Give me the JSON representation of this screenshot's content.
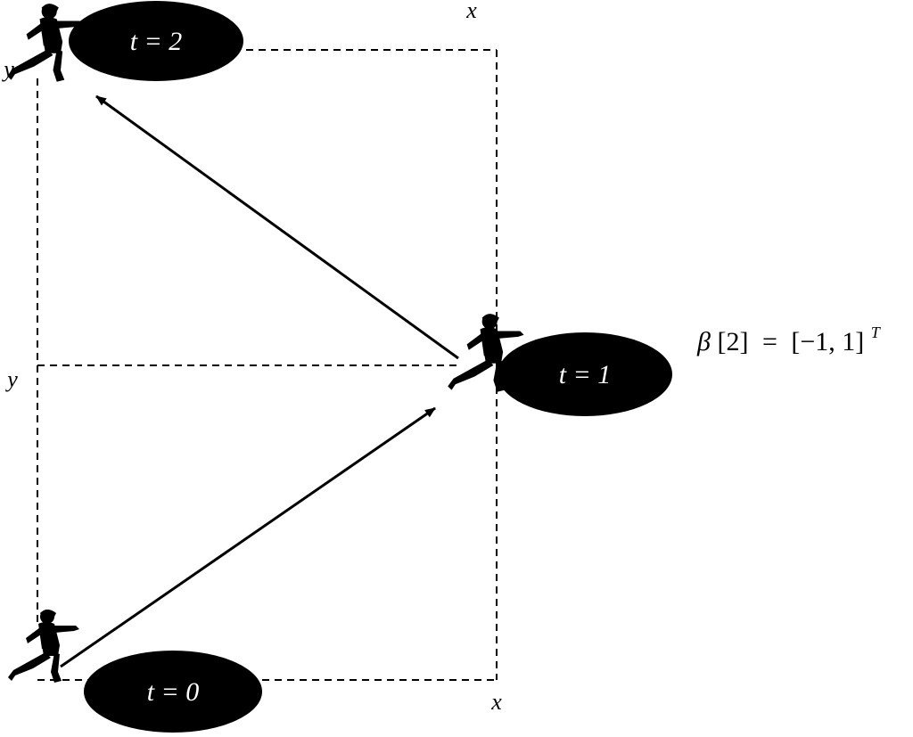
{
  "nodes": [
    {
      "id": "t0",
      "label": "t = 0"
    },
    {
      "id": "t1",
      "label": "t = 1"
    },
    {
      "id": "t2",
      "label": "t = 2"
    }
  ],
  "axis_labels": {
    "x_top": "x",
    "x_bottom": "x",
    "y_top": "y",
    "y_middle": "y"
  },
  "formula": {
    "beta": "β",
    "index": "[2]",
    "equals": "=",
    "vector": "[−1,  1]",
    "transpose": "T"
  },
  "colors": {
    "ellipse_fill": "#000000",
    "ellipse_text": "#ffffff",
    "line": "#000000",
    "background": "#ffffff"
  },
  "icons": [
    "runner-icon",
    "runner-icon",
    "runner-icon"
  ]
}
